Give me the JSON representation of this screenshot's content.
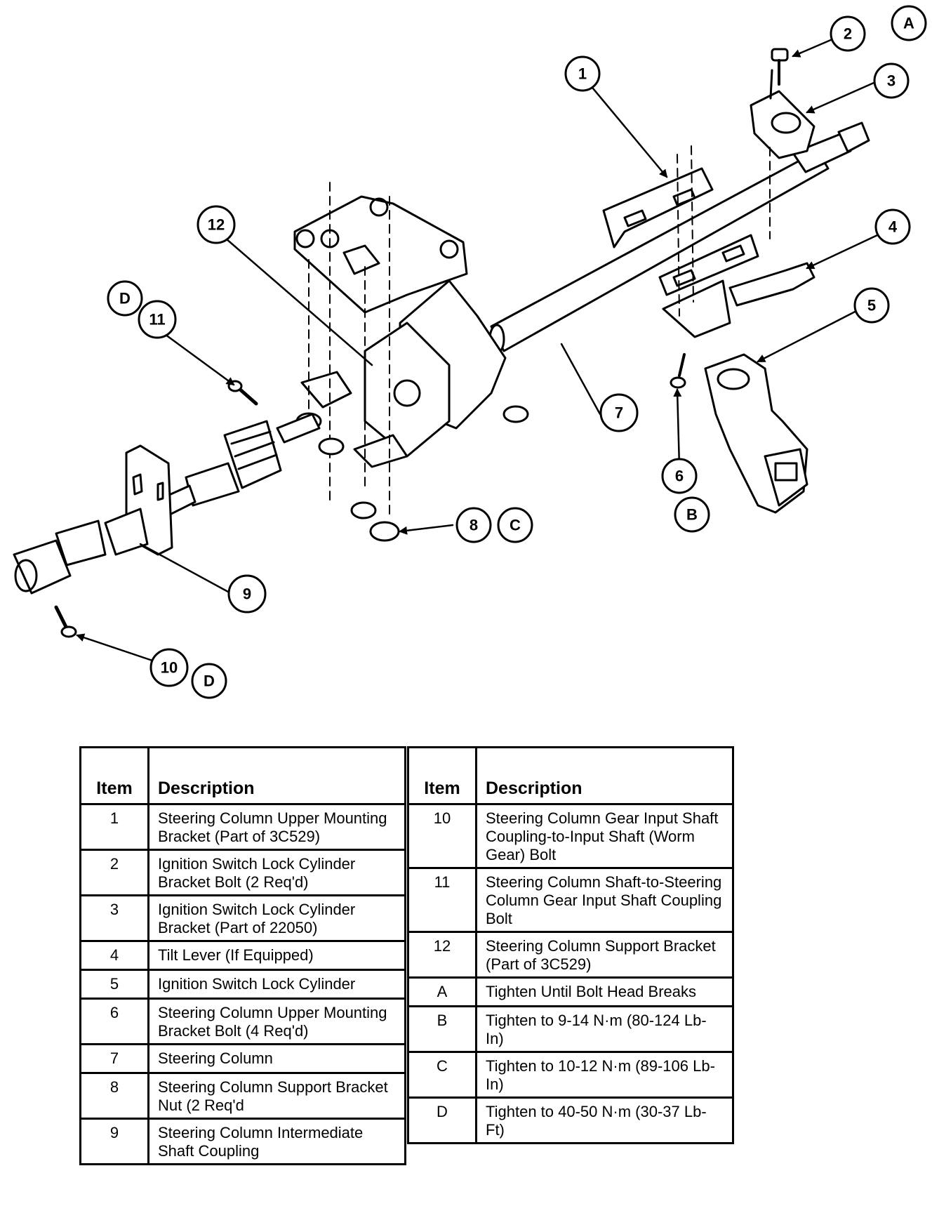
{
  "callouts": {
    "c1": "1",
    "c2": "2",
    "c3": "3",
    "c4": "4",
    "c5": "5",
    "c6": "6",
    "c7": "7",
    "c8": "8",
    "c9": "9",
    "c10": "10",
    "c11": "11",
    "c12": "12",
    "cA": "A",
    "cB": "B",
    "cC": "C",
    "cD1": "D",
    "cD2": "D"
  },
  "legend": {
    "header_item": "Item",
    "header_description": "Description",
    "left_rows": [
      {
        "item": "1",
        "description": "Steering Column Upper Mounting Bracket (Part of 3C529)"
      },
      {
        "item": "2",
        "description": "Ignition Switch Lock Cylinder Bracket Bolt (2 Req'd)"
      },
      {
        "item": "3",
        "description": "Ignition Switch Lock Cylinder Bracket (Part of 22050)"
      },
      {
        "item": "4",
        "description": "Tilt Lever (If Equipped)"
      },
      {
        "item": "5",
        "description": "Ignition Switch Lock Cylinder"
      },
      {
        "item": "6",
        "description": "Steering Column Upper Mounting Bracket Bolt (4 Req'd)"
      },
      {
        "item": "7",
        "description": "Steering Column"
      },
      {
        "item": "8",
        "description": "Steering Column Support Bracket Nut (2 Req'd"
      },
      {
        "item": "9",
        "description": "Steering Column Intermediate Shaft Coupling"
      }
    ],
    "right_rows": [
      {
        "item": "10",
        "description": "Steering Column Gear Input Shaft Coupling-to-Input Shaft (Worm Gear) Bolt"
      },
      {
        "item": "11",
        "description": "Steering Column Shaft-to-Steering Column Gear Input Shaft Coupling Bolt"
      },
      {
        "item": "12",
        "description": "Steering Column Support Bracket (Part of 3C529)"
      },
      {
        "item": "A",
        "description": "Tighten Until Bolt Head Breaks"
      },
      {
        "item": "B",
        "description": "Tighten to 9-14 N·m (80-124 Lb-In)"
      },
      {
        "item": "C",
        "description": "Tighten to 10-12 N·m (89-106 Lb-In)"
      },
      {
        "item": "D",
        "description": "Tighten to 40-50 N·m (30-37 Lb-Ft)"
      }
    ]
  }
}
